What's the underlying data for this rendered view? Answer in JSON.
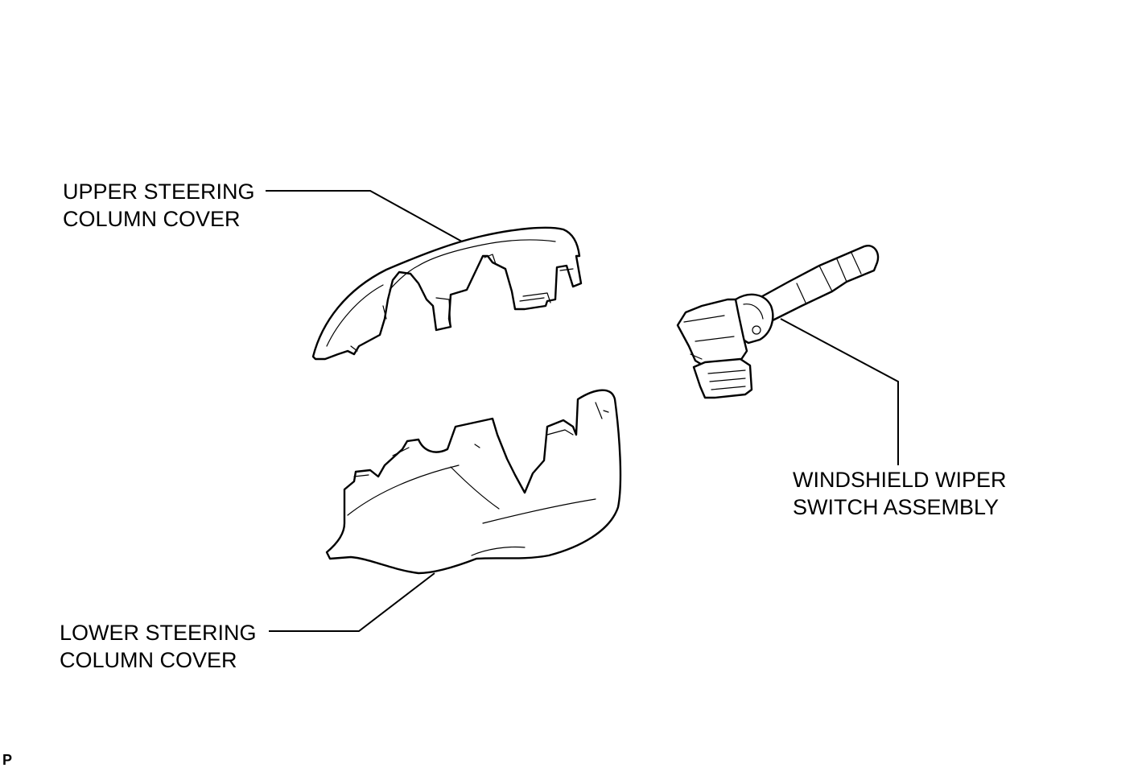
{
  "labels": {
    "upper_cover": {
      "line1": "UPPER STEERING",
      "line2": "COLUMN COVER"
    },
    "lower_cover": {
      "line1": "LOWER STEERING",
      "line2": "COLUMN COVER"
    },
    "wiper_switch": {
      "line1": "WINDSHIELD WIPER",
      "line2": "SWITCH ASSEMBLY"
    }
  },
  "corner_mark": "P"
}
